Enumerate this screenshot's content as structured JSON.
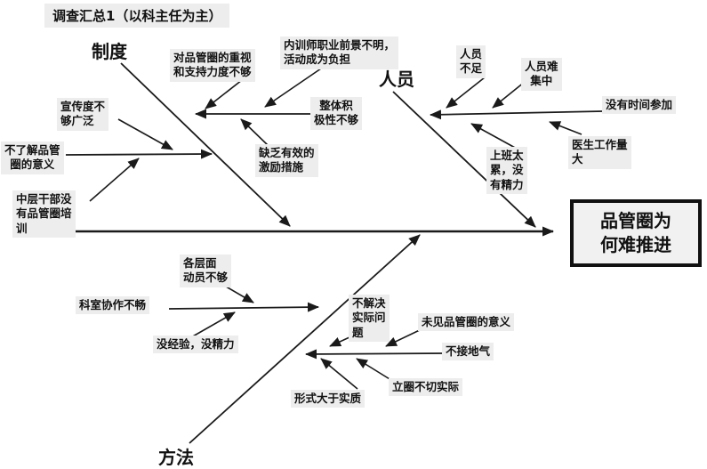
{
  "title": "调查汇总1（以科主任为主）",
  "effect": {
    "text": "品管圈为\n何难推进"
  },
  "branches": {
    "zhidu": {
      "label": "制度",
      "causes": {
        "zhongshi": "对品管圈的重视\n和支持力度不够",
        "neixunshi": "内训师职业前景不明，\n活动成为负担",
        "zhengti": "整体积\n极性不够",
        "quefa": "缺乏有效的\n激励措施",
        "xuanchuan": "宣传度不\n够广泛",
        "buliaojie": "不了解品管\n圈的意义",
        "zhongceng": "中层干部没\n有品管圈培\n训"
      }
    },
    "renyuan": {
      "label": "人员",
      "causes": {
        "buzu": "人员\n不足",
        "nanjizhong": "人员难\n集中",
        "meiyoushijian": "没有时间参加",
        "yisheng": "医生工作量\n大",
        "shangban": "上班太\n累，没\n有精力"
      }
    },
    "fangfa": {
      "label": "方法",
      "causes": {
        "gecengmian": "各层面\n动员不够",
        "keshi": "科室协作不畅",
        "meijingyan": "没经验，没精力",
        "bujiejue": "不解决\n实际问\n题",
        "weijian": "未见品管圈的意义",
        "bujiediqi": "不接地气",
        "liquan": "立圈不切实际",
        "xingshi": "形式大于实质"
      }
    }
  },
  "colors": {
    "line": "#1a1a1a",
    "label_background": "#ededed",
    "effect_box_background": "#f1f1f1",
    "effect_box_border": "#111111"
  }
}
